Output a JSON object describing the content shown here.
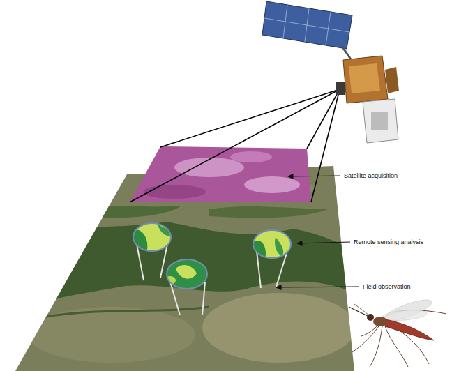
{
  "diagram": {
    "labels": [
      "Satellite acquisition",
      "Remote sensing analysis",
      "Field observation"
    ]
  }
}
